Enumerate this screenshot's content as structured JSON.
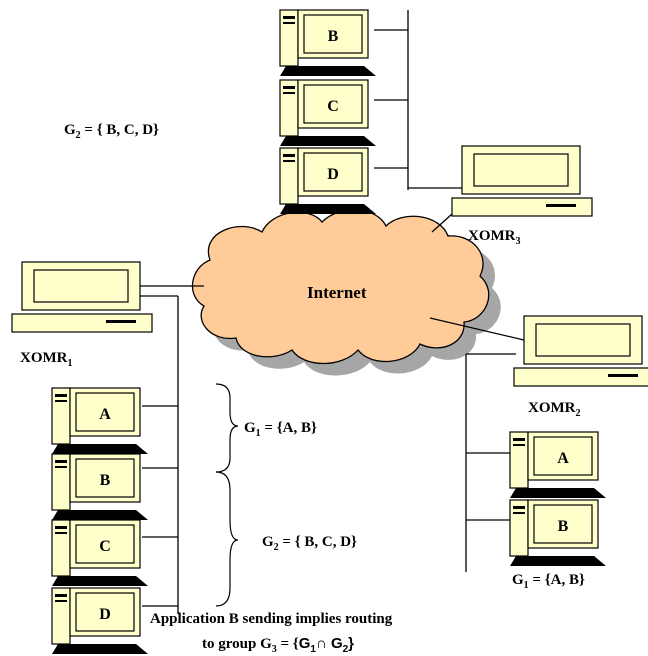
{
  "cloud": {
    "label": "Internet"
  },
  "routers": {
    "r1": {
      "name": "XOMR",
      "sub": "1"
    },
    "r2": {
      "name": "XOMR",
      "sub": "2"
    },
    "r3": {
      "name": "XOMR",
      "sub": "3"
    }
  },
  "group_labels": {
    "top_left_g2": {
      "g": "G",
      "sub": "2",
      "rest": " = { B, C, D}"
    },
    "mid_g1": {
      "g": "G",
      "sub": "1",
      "rest": " = {A, B}"
    },
    "mid_g2": {
      "g": "G",
      "sub": "2",
      "rest": " = { B, C, D}"
    },
    "right_g1": {
      "g": "G",
      "sub": "1",
      "rest": " = {A, B}"
    }
  },
  "caption": {
    "line1": "Application B sending implies routing",
    "line2_prefix": "to group G",
    "line2_sub": "3",
    "line2_eq": " = {",
    "set1": "G",
    "set1_sub": "1",
    "op": "∩ ",
    "set2": "G",
    "set2_sub": "2",
    "close": "}"
  },
  "terminals": {
    "top": [
      "B",
      "C",
      "D"
    ],
    "left": [
      "A",
      "B",
      "C",
      "D"
    ],
    "right": [
      "A",
      "B"
    ]
  },
  "colors": {
    "monitor_fill": "#ffffcc",
    "cloud_fill": "#ffcc99",
    "cloud_shadow": "#a6a6a6",
    "keyboard": "#000000"
  }
}
